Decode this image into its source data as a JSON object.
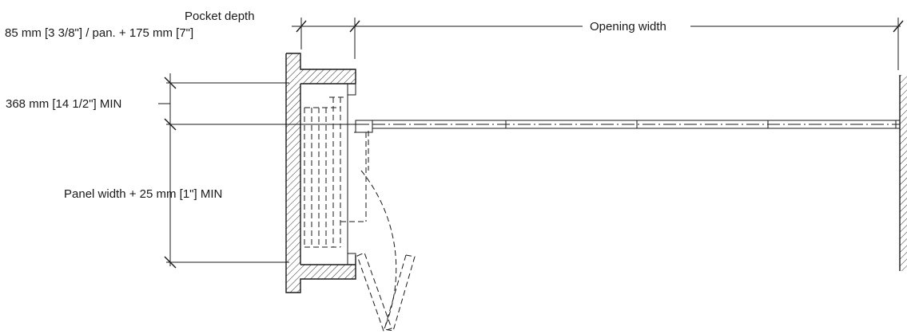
{
  "dimensions": {
    "pocket_depth_title": "Pocket depth",
    "pocket_depth_value": "85 mm [3 3/8\"] / pan. + 175 mm [7\"]",
    "opening_width": "Opening width",
    "stack_clearance": "368 mm [14 1/2\"] MIN",
    "panel_width": "Panel width + 25 mm [1\"] MIN"
  }
}
